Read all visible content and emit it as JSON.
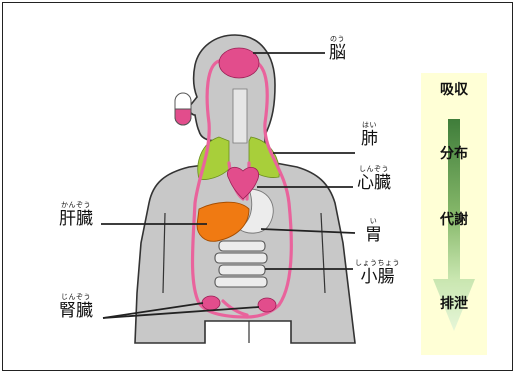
{
  "organs": {
    "brain": {
      "ruby": "のう",
      "label": "脳"
    },
    "lungs": {
      "ruby": "はい",
      "label": "肺"
    },
    "heart": {
      "ruby": "しんぞう",
      "label": "心臓"
    },
    "liver": {
      "ruby": "かんぞう",
      "label": "肝臓"
    },
    "stomach": {
      "ruby": "い",
      "label": "胃"
    },
    "intestine": {
      "ruby": "しょうちょう",
      "label": "小腸"
    },
    "kidneys": {
      "ruby": "じんぞう",
      "label": "腎臓"
    }
  },
  "flow": {
    "steps": [
      "吸収",
      "分布",
      "代謝",
      "排泄"
    ]
  },
  "colors": {
    "body": "#c8c8c8",
    "outline": "#333333",
    "vessel": "#e9639c",
    "organ_pink": "#e24d8c",
    "lung": "#a8cf3a",
    "liver": "#f07a12",
    "intestine": "#ececec",
    "capsule": "#e24d8c",
    "panel": "#ffffd6",
    "arrow_top": "#3f7d3a",
    "arrow_bottom": "#d8f0c0"
  }
}
